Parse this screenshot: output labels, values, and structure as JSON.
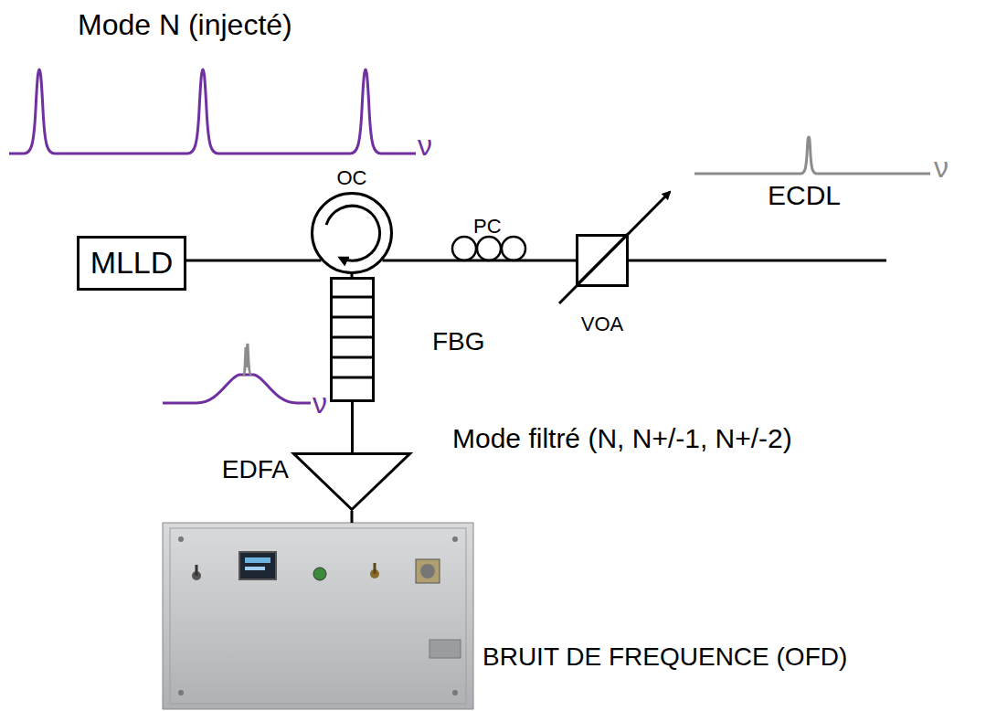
{
  "diagram": {
    "nodes": [
      {
        "text": [
          "MLLD"
        ]
      },
      {
        "text": [
          "OC"
        ]
      },
      {
        "text": [
          "VOA"
        ]
      },
      {
        "text": [
          "FBG"
        ]
      },
      {
        "text": [
          "EDFA"
        ]
      },
      {
        "text": [
          "BRUIT DE FREQUENCE (OFD)"
        ]
      }
    ],
    "edges": [
      {
        "from": 0,
        "to": 1,
        "arrow": "none"
      },
      {
        "from": 1,
        "to": 2,
        "arrow": "none"
      },
      {
        "from": 1,
        "to": 3,
        "arrow": "none"
      },
      {
        "from": 3,
        "to": 4,
        "arrow": "none"
      },
      {
        "from": 4,
        "to": 5,
        "arrow": "none"
      }
    ],
    "labels": [
      "Mode N (injecté)",
      "ν",
      "PC",
      "ECDL",
      "ν",
      "ν",
      "Mode filtré (N, N+/-1, N+/-2)"
    ]
  }
}
